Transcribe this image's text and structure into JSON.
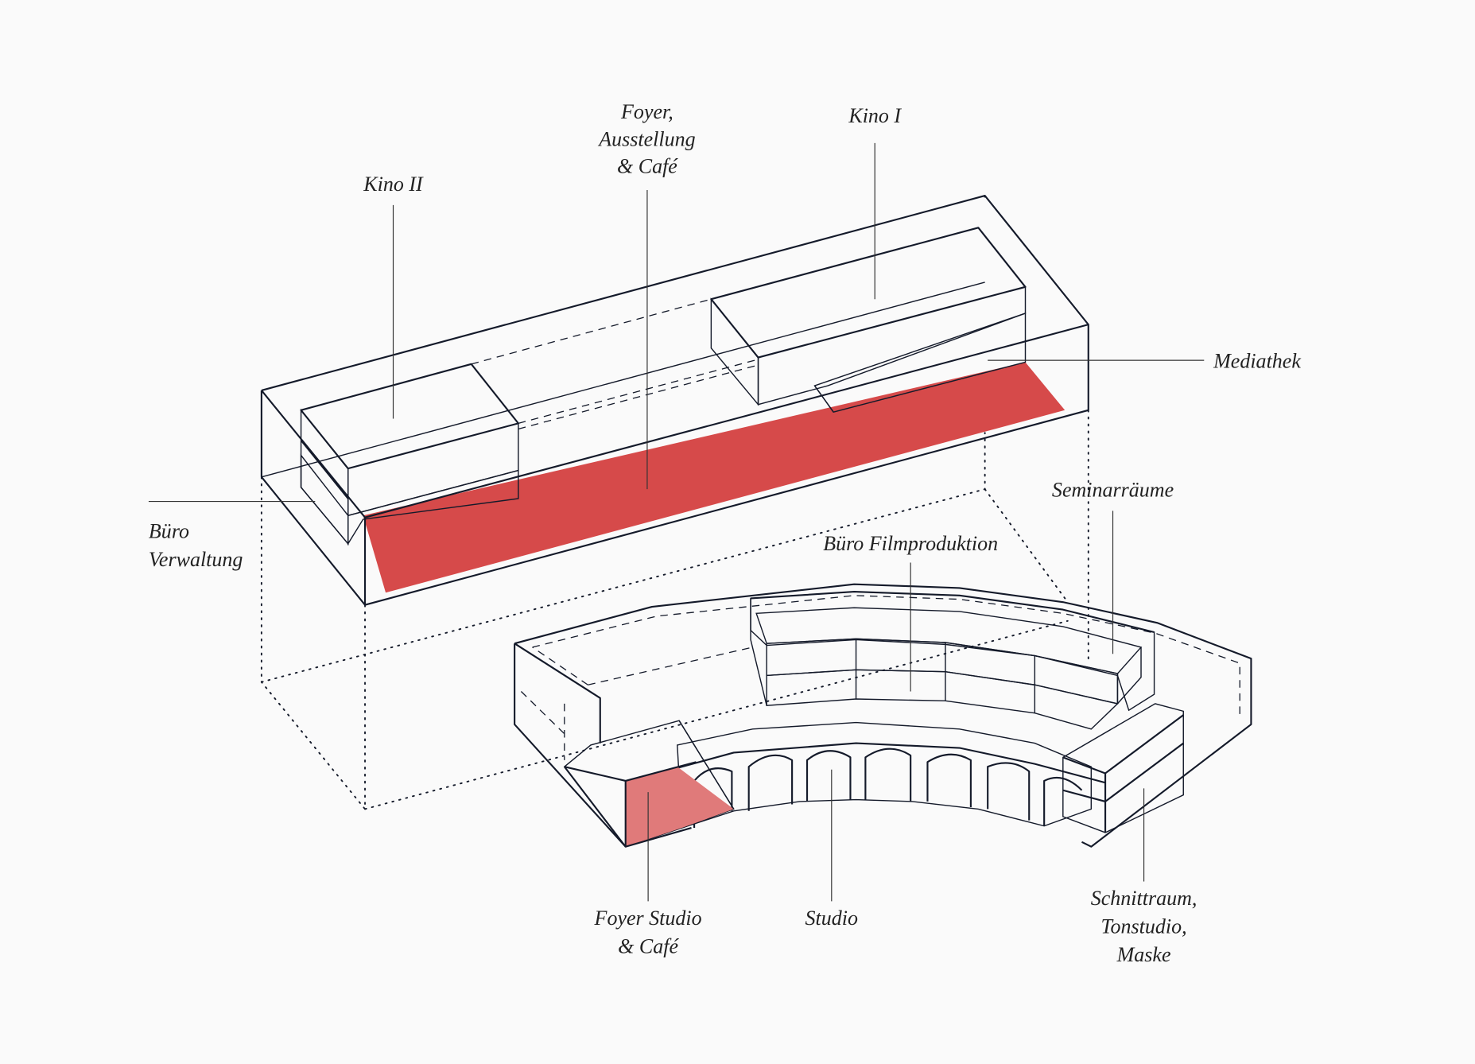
{
  "labels": {
    "kino2": "Kino II",
    "foyer_line1": "Foyer,",
    "foyer_line2": "Ausstellung",
    "foyer_line3": "& Café",
    "kino1": "Kino I",
    "mediathek": "Mediathek",
    "buero_line1": "Büro",
    "buero_line2": "Verwaltung",
    "seminar": "Seminarräume",
    "filmproduktion": "Büro Filmproduktion",
    "foyer_studio_line1": "Foyer Studio",
    "foyer_studio_line2": "& Café",
    "studio": "Studio",
    "schnitt_line1": "Schnittraum,",
    "schnitt_line2": "Tonstudio,",
    "schnitt_line3": "Maske"
  },
  "colors": {
    "kino": "#c50000",
    "mid_red": "#cf2f2f",
    "slab": "#d64a4a",
    "seminar": "#dc6060",
    "studio": "#e8999a",
    "foyer_studio": "#e07a7a",
    "schnitt": "#efb0b0",
    "line": "#141a2a",
    "background": "#fafafa"
  }
}
